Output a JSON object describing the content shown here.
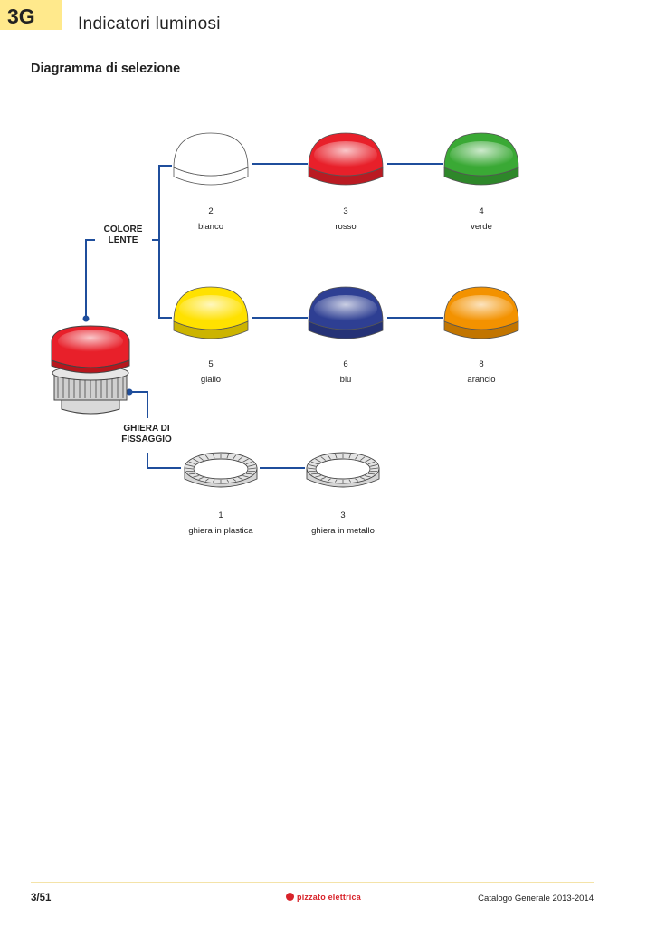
{
  "header": {
    "section_tab": "3G",
    "title": "Indicatori luminosi"
  },
  "subtitle": "Diagramma di selezione",
  "groups": {
    "lens": "COLORE LENTE",
    "lens_line1": "COLORE",
    "lens_line2": "LENTE",
    "ring_line1": "GHIERA DI",
    "ring_line2": "FISSAGGIO"
  },
  "lenses": [
    {
      "code": "2",
      "name": "bianco",
      "color": "#ffffff"
    },
    {
      "code": "3",
      "name": "rosso",
      "color": "#e8202a"
    },
    {
      "code": "4",
      "name": "verde",
      "color": "#3aa935"
    },
    {
      "code": "5",
      "name": "giallo",
      "color": "#ffe100"
    },
    {
      "code": "6",
      "name": "blu",
      "color": "#2e3f93"
    },
    {
      "code": "8",
      "name": "arancio",
      "color": "#f39200"
    }
  ],
  "rings": [
    {
      "code": "1",
      "name": "ghiera in plastica"
    },
    {
      "code": "3",
      "name": "ghiera in metallo"
    }
  ],
  "footer": {
    "page": "3/51",
    "logo": "pizzato elettrica",
    "catalog": "Catalogo Generale 2013-2014"
  },
  "colors": {
    "accent_tab": "#ffe98c",
    "connector_line": "#1f4e9c",
    "rule": "#f4e3a8"
  }
}
